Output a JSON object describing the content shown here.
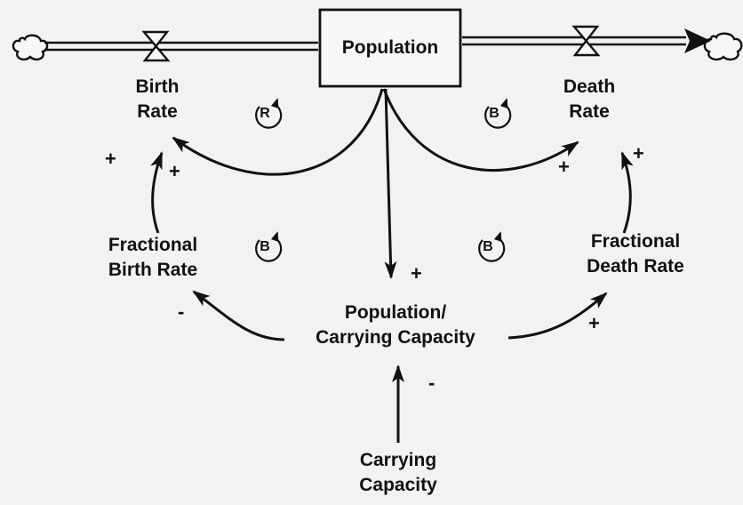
{
  "stock": {
    "label": "Population"
  },
  "flows": {
    "birth_rate": {
      "line1": "Birth",
      "line2": "Rate"
    },
    "death_rate": {
      "line1": "Death",
      "line2": "Rate"
    }
  },
  "auxiliaries": {
    "fractional_birth_rate": {
      "line1": "Fractional",
      "line2": "Birth Rate"
    },
    "fractional_death_rate": {
      "line1": "Fractional",
      "line2": "Death Rate"
    },
    "population_ratio": {
      "line1": "Population/",
      "line2": "Carrying Capacity"
    },
    "carrying_capacity": {
      "line1": "Carrying",
      "line2": "Capacity"
    }
  },
  "loops": {
    "reinforcing": "R",
    "balancing_death": "B",
    "balancing_birth": "B",
    "balancing_fractional_death": "B"
  },
  "polarities": {
    "frac_birth_to_birth": "+",
    "pop_to_birth": "+",
    "pop_to_death": "+",
    "frac_death_to_death": "+",
    "pop_to_ratio": "+",
    "ratio_to_frac_birth": "-",
    "ratio_to_frac_death": "+",
    "capacity_to_ratio": "-"
  }
}
